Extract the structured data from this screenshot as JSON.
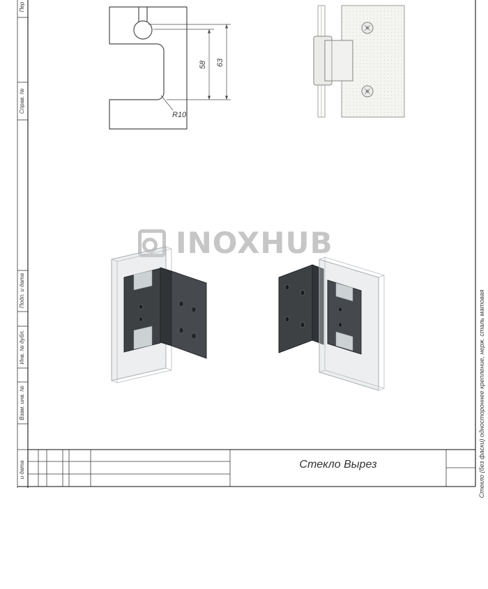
{
  "sheet": {
    "frame_labels": {
      "l1": "Пер",
      "l2": "Справ. №",
      "l3": "Подп. и дата",
      "l4": "Инв. № дубл.",
      "l5": "Взам. инв. №",
      "l6": "и дата"
    },
    "side_note": "Стекло (без фаски) одностороннее крепление, нерж. сталь матовая"
  },
  "views": {
    "cutout": {
      "dim_inner": "58",
      "dim_outer": "63",
      "radius": "R10"
    }
  },
  "watermark": {
    "text": "INOXHUB",
    "color": "#c6c6c6"
  },
  "title_block": {
    "name": "Стекло Вырез"
  },
  "colors": {
    "line": "#4a4a4a",
    "frame_line": "#3a3a3a",
    "hinge_dark": "#3d4144",
    "hinge_mid": "#464a4e",
    "glass": "#ccd1d4",
    "watermark": "#c6c6c6",
    "paper": "#ffffff"
  }
}
